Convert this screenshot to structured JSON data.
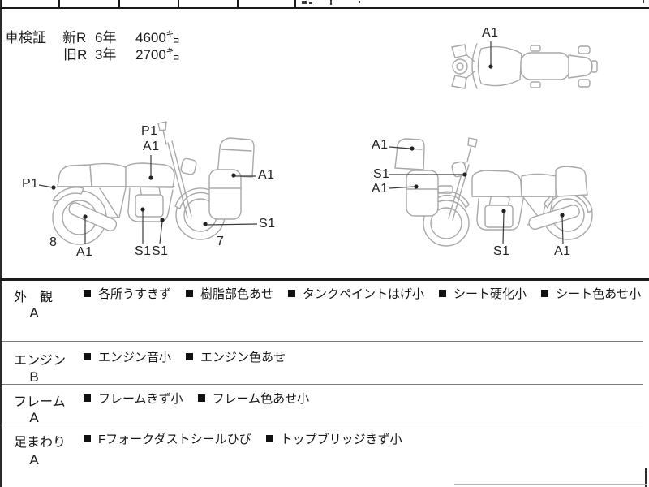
{
  "colors": {
    "background": "#ffffff",
    "line_art": "#a8a8a8",
    "text": "#1f1f1f",
    "table_border": "#1a1a1a",
    "row_divider": "#7a7a7a"
  },
  "inspection": {
    "title": "車検証",
    "rows": [
      {
        "era": "新R",
        "term": "6年",
        "mileage": "4600㌔"
      },
      {
        "era": "旧R",
        "term": "3年",
        "mileage": "2700㌔"
      }
    ]
  },
  "diagram_labels": {
    "top_view": {
      "a1_tank": "A1"
    },
    "left_view": {
      "p1_top": "P1",
      "a1_tank": "A1",
      "p1_fender": "P1",
      "a1_muffler": "A1",
      "rear_wheel_number": "8",
      "s1_engine_a": "S1",
      "s1_engine_b": "S1",
      "front_wheel_number": "7",
      "s1_front_wheel": "S1",
      "a1_cowl": "A1"
    },
    "right_view": {
      "a1_screen": "A1",
      "s1_fork": "S1",
      "a1_panel": "A1",
      "s1_engine": "S1",
      "a1_muffler": "A1"
    }
  },
  "condition": {
    "rows": [
      {
        "category": "外　観",
        "grade": "A",
        "items": [
          "各所うすきず",
          "樹脂部色あせ",
          "タンクペイントはげ小",
          "シート硬化小",
          "シート色あせ小"
        ]
      },
      {
        "category": "エンジン",
        "grade": "B",
        "items": [
          "エンジン音小",
          "エンジン色あせ"
        ]
      },
      {
        "category": "フレーム",
        "grade": "A",
        "items": [
          "フレームきず小",
          "フレーム色あせ小"
        ]
      },
      {
        "category": "足まわり",
        "grade": "A",
        "items": [
          "Fフォークダストシールひび",
          "トップブリッジきず小"
        ]
      }
    ]
  }
}
